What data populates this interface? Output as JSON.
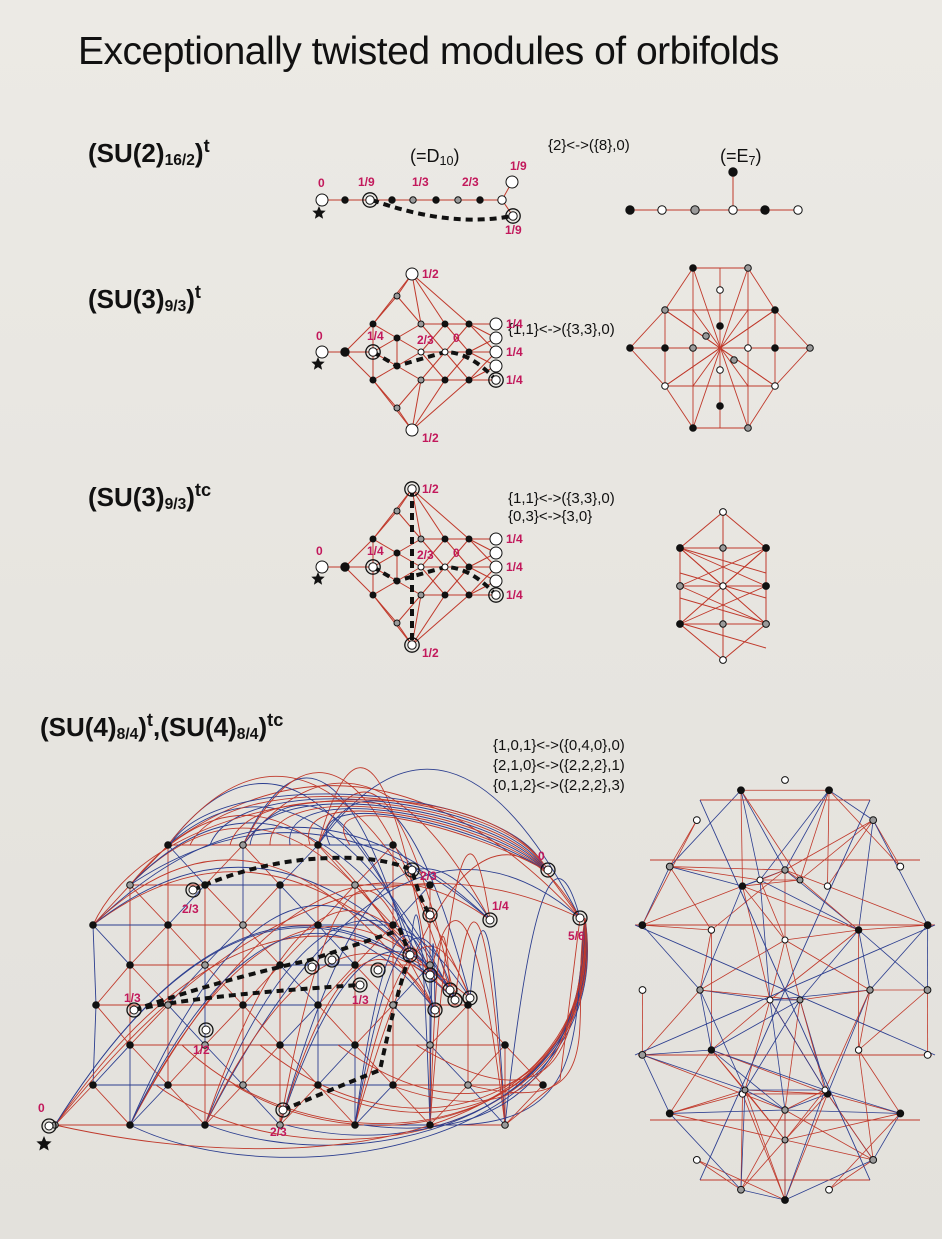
{
  "title": "Exceptionally twisted modules of orbifolds",
  "sections": [
    {
      "id": "su2",
      "label_main": "(SU(2)",
      "label_sub": "16/2",
      "label_tail": ")",
      "label_sup": "t",
      "correspondence": [
        "{2}<->({8},0)"
      ],
      "left_note": "(=D",
      "left_note_sub": "10",
      "left_note_end": ")",
      "right_note": "(=E",
      "right_note_sub": "7",
      "right_note_end": ")"
    },
    {
      "id": "su3t",
      "label_main": "(SU(3)",
      "label_sub": "9/3",
      "label_tail": ")",
      "label_sup": "t",
      "correspondence": [
        "{1,1}<->({3,3},0)"
      ]
    },
    {
      "id": "su3tc",
      "label_main": "(SU(3)",
      "label_sub": "9/3",
      "label_tail": ")",
      "label_sup": "tc",
      "correspondence": [
        "{1,1}<->({3,3},0)",
        "{0,3}<->{3,0}"
      ]
    },
    {
      "id": "su4",
      "label_a": "(SU(4)",
      "label_a_sub": "8/4",
      "label_a_tail": ")",
      "label_a_sup": "t",
      "label_sep": ",",
      "label_b": "(SU(4)",
      "label_b_sub": "8/4",
      "label_b_tail": ")",
      "label_b_sup": "tc",
      "correspondence": [
        "{1,0,1}<->({0,4,0},0)",
        "{2,1,0}<->({2,2,2},1)",
        "{0,1,2}<->({2,2,2},3)"
      ]
    }
  ],
  "vertex_labels": {
    "su2": [
      "0",
      "1/9",
      "1/3",
      "2/3",
      "1/9",
      "1/9"
    ],
    "su3t": [
      "1/2",
      "0",
      "1/4",
      "2/3",
      "0",
      "1/4",
      "1/4",
      "1/4",
      "1/2"
    ],
    "su3tc": [
      "1/2",
      "0",
      "1/4",
      "2/3",
      "0",
      "1/4",
      "1/4",
      "1/4",
      "1/2"
    ],
    "su4": [
      "0",
      "1/4",
      "5/6",
      "2/3",
      "2/3",
      "1/3",
      "1/2",
      "2/3",
      "0",
      "1/3"
    ]
  },
  "colors": {
    "red_edge": "#c0392b",
    "blue_edge": "#2c3e8f",
    "label_magenta": "#c2185b"
  }
}
